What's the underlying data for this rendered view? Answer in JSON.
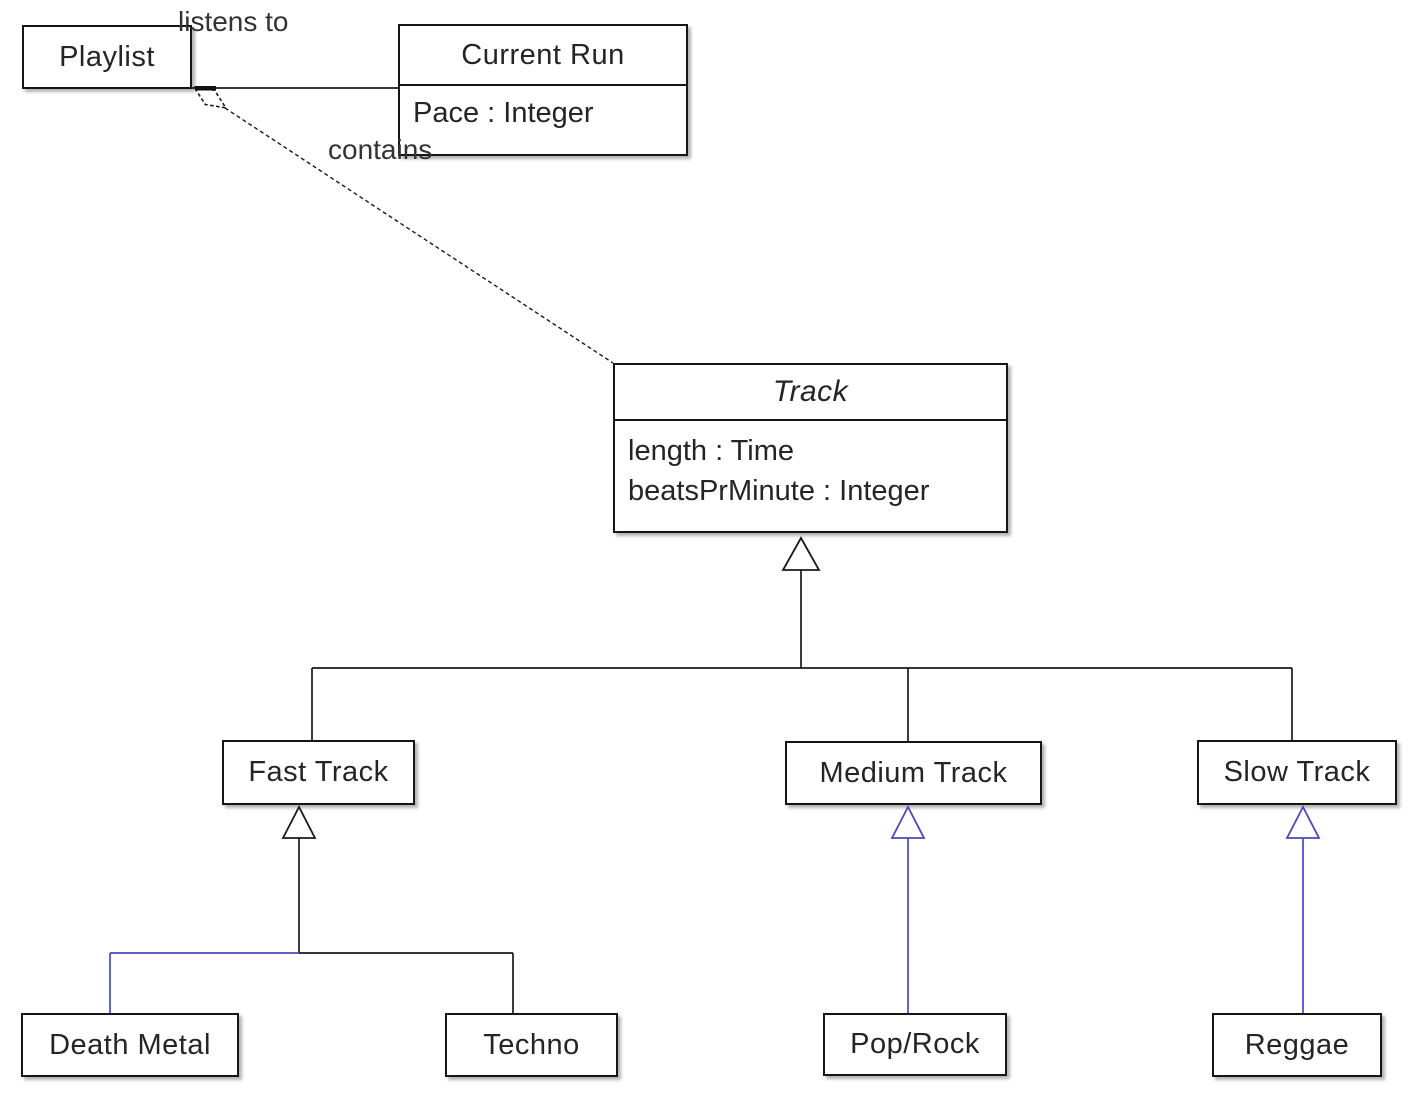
{
  "labels": {
    "listens_to": "listens to",
    "contains": "contains"
  },
  "classes": {
    "playlist": {
      "name": "Playlist"
    },
    "current_run": {
      "name": "Current Run",
      "attributes": [
        "Pace : Integer"
      ]
    },
    "track": {
      "name": "Track",
      "abstract": true,
      "attributes": [
        "length : Time",
        "beatsPrMinute : Integer"
      ]
    },
    "fast_track": {
      "name": "Fast Track"
    },
    "medium_track": {
      "name": "Medium Track"
    },
    "slow_track": {
      "name": "Slow Track"
    },
    "death_metal": {
      "name": "Death Metal"
    },
    "techno": {
      "name": "Techno"
    },
    "pop_rock": {
      "name": "Pop/Rock"
    },
    "reggae": {
      "name": "Reggae"
    }
  },
  "relationships": [
    {
      "type": "association",
      "from": "Playlist",
      "to": "Current Run",
      "label": "listens to"
    },
    {
      "type": "aggregation",
      "from": "Playlist",
      "to": "Track",
      "label": "contains"
    },
    {
      "type": "generalization",
      "parent": "Track",
      "children": [
        "Fast Track",
        "Medium Track",
        "Slow Track"
      ]
    },
    {
      "type": "generalization",
      "parent": "Fast Track",
      "children": [
        "Death Metal",
        "Techno"
      ]
    },
    {
      "type": "generalization",
      "parent": "Medium Track",
      "children": [
        "Pop/Rock"
      ]
    },
    {
      "type": "generalization",
      "parent": "Slow Track",
      "children": [
        "Reggae"
      ]
    }
  ],
  "colors": {
    "edge_black": "#1a1a1a",
    "edge_blue": "#4a4ab8",
    "box_border": "#151515",
    "text": "#2a2a2a",
    "background": "#ffffff"
  }
}
